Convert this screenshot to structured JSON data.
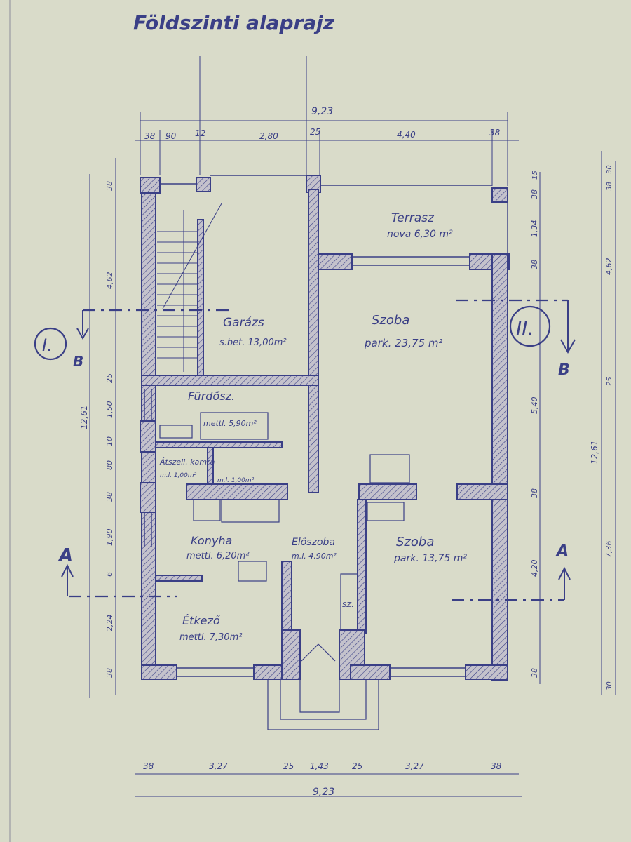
{
  "title": "Földszinti alaprajz",
  "colors": {
    "paper": "#d9dbc9",
    "ink": "#3a3f86",
    "wall_fill": "#b5b3c2"
  },
  "rooms": [
    {
      "name": "Garázs",
      "area": "s.bet. 13,00m²"
    },
    {
      "name": "Terrasz",
      "area": "nova 6,30 m²"
    },
    {
      "name": "Szoba",
      "area": "park. 23,75 m²"
    },
    {
      "name": "Fürdősz.",
      "area": "mettl. 5,90m²"
    },
    {
      "name": "Átszell. kamra",
      "area": "m.l. 1,00m²"
    },
    {
      "name": "",
      "area": "m.l. 1,00m²"
    },
    {
      "name": "Konyha",
      "area": "mettl. 6,20m²"
    },
    {
      "name": "Előszoba",
      "area": "m.l. 4,90m²"
    },
    {
      "name": "Szoba",
      "area": "park. 13,75 m²"
    },
    {
      "name": "Étkező",
      "area": "mettl. 7,30m²"
    },
    {
      "name": "SZ.",
      "area": ""
    }
  ],
  "dims": {
    "top_total": "9,23",
    "top_segments": [
      "38",
      "90",
      "12",
      "2,80",
      "25",
      "4,40",
      "38"
    ],
    "bottom_segments": [
      "38",
      "3,27",
      "25",
      "1,43",
      "25",
      "3,27",
      "38"
    ],
    "bottom_total": "9,23",
    "left_segments": [
      "38",
      "4,62",
      "25",
      "1,50",
      "10",
      "80",
      "38",
      "1,90",
      "6",
      "2,24",
      "38"
    ],
    "left_total": "12,61",
    "right_segments": [
      "15",
      "38",
      "1,34",
      "38",
      "5,40",
      "38",
      "4,20",
      "38"
    ],
    "far_right_segments": [
      "30",
      "38",
      "4,62",
      "25",
      "7,36",
      "30"
    ],
    "far_right_total": "12,61"
  },
  "sections": {
    "left_marker": "I.",
    "left_letter": "B",
    "right_marker": "II.",
    "right_letter": "B",
    "a_left": "A",
    "a_right": "A"
  }
}
